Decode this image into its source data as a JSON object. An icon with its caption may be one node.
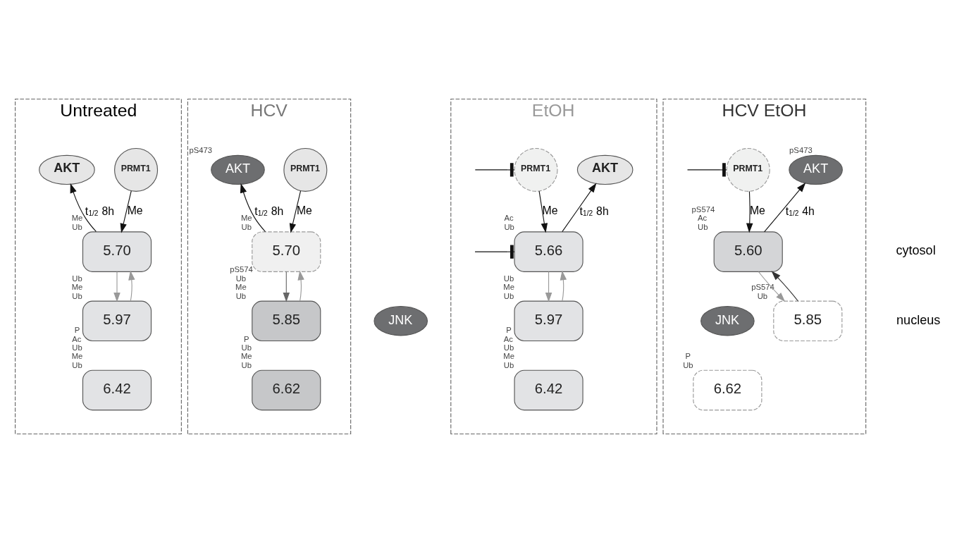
{
  "diagram": {
    "nodes": [
      {
        "text": [
          "Untreated"
        ]
      },
      {
        "text": [
          "PRMT1"
        ],
        "in": 0
      },
      {
        "text": [
          "AKT"
        ],
        "in": 0
      },
      {
        "text": [
          "5.70"
        ],
        "in": 0,
        "beside": [
          "Me",
          "Ub"
        ]
      },
      {
        "text": [
          "5.97"
        ],
        "in": 0,
        "beside": [
          "Ub",
          "Me",
          "Ub"
        ]
      },
      {
        "text": [
          "6.42"
        ],
        "in": 0,
        "beside": [
          "P",
          "Ac",
          "Ub",
          "Me",
          "Ub"
        ]
      },
      {
        "text": [
          "HCV"
        ]
      },
      {
        "text": [
          "PRMT1"
        ],
        "in": 6
      },
      {
        "text": [
          "AKT"
        ],
        "in": 6,
        "beside": [
          "pS473"
        ]
      },
      {
        "text": [
          "5.70"
        ],
        "in": 6,
        "beside": [
          "Me",
          "Ub"
        ]
      },
      {
        "text": [
          "JNK"
        ]
      },
      {
        "text": [
          "5.85"
        ],
        "in": 6,
        "beside": [
          "pS574",
          "Ub",
          "Me",
          "Ub"
        ]
      },
      {
        "text": [
          "6.62"
        ],
        "in": 6,
        "beside": [
          "P",
          "Ub",
          "Me",
          "Ub"
        ]
      },
      {
        "text": [
          "EtOH"
        ]
      },
      {
        "text": [
          "PRMT1"
        ],
        "in": 13
      },
      {
        "text": [
          "AKT"
        ],
        "in": 13
      },
      {
        "text": [
          "5.66"
        ],
        "in": 13,
        "beside": [
          "Ac",
          "Ub"
        ]
      },
      {
        "text": [
          "5.97"
        ],
        "in": 13,
        "beside": [
          "Ub",
          "Me",
          "Ub"
        ]
      },
      {
        "text": [
          "6.42"
        ],
        "in": 13,
        "beside": [
          "P",
          "Ac",
          "Ub",
          "Me",
          "Ub"
        ]
      },
      {
        "text": [
          "HCV EtOH"
        ]
      },
      {
        "text": [
          "PRMT1"
        ],
        "in": 19
      },
      {
        "text": [
          "AKT"
        ],
        "in": 19,
        "beside": [
          "pS473"
        ]
      },
      {
        "text": [
          "5.60"
        ],
        "in": 19,
        "beside": [
          "pS574",
          "Ac",
          "Ub"
        ]
      },
      {
        "text": [
          "JNK"
        ],
        "in": 19
      },
      {
        "text": [
          "5.85"
        ],
        "in": 19,
        "beside": [
          "pS574",
          "Ub"
        ]
      },
      {
        "text": [
          "6.62"
        ],
        "in": 19,
        "beside": [
          "P",
          "Ub"
        ]
      }
    ],
    "edges": [
      {
        "from": 1,
        "to": 3,
        "arrow": "to",
        "label": "Me"
      },
      {
        "from": 3,
        "to": 2,
        "arrow": "to",
        "label": "t$_{1/2}$ 8h"
      },
      {
        "from": 3,
        "to": 4,
        "arrow": "to",
        "color": "#999999"
      },
      {
        "from": 4,
        "to": 3,
        "arrow": "to",
        "color": "#999999"
      },
      {
        "from": 7,
        "to": 9,
        "arrow": "to",
        "label": "Me"
      },
      {
        "from": 9,
        "to": 8,
        "arrow": "to",
        "label": "t$_{1/2}$ 8h"
      },
      {
        "from": 9,
        "to": 11,
        "arrow": "to",
        "color": "#666666"
      },
      {
        "from": 11,
        "to": 9,
        "arrow": "to",
        "color": "#999999"
      },
      {
        "from": null,
        "to": 14,
        "arrow": "other"
      },
      {
        "from": 14,
        "to": 16,
        "arrow": "to",
        "label": "Me"
      },
      {
        "from": null,
        "to": 16,
        "arrow": "other"
      },
      {
        "from": 16,
        "to": 15,
        "arrow": "to",
        "label": "t$_{1/2}$ 8h"
      },
      {
        "from": 16,
        "to": 17,
        "arrow": "to",
        "color": "#999999"
      },
      {
        "from": 17,
        "to": 16,
        "arrow": "to",
        "color": "#999999"
      },
      {
        "from": null,
        "to": 20,
        "arrow": "other"
      },
      {
        "from": 20,
        "to": 22,
        "arrow": "to",
        "label": "Me"
      },
      {
        "from": 22,
        "to": 21,
        "arrow": "to",
        "label": "t$_{1/2}$ 4h"
      },
      {
        "from": 22,
        "to": 24,
        "arrow": "to",
        "color": "#999999"
      },
      {
        "from": 24,
        "to": 22,
        "arrow": "to",
        "color": "#333333"
      }
    ],
    "labels": [
      "cytosol",
      "nucleus"
    ]
  }
}
